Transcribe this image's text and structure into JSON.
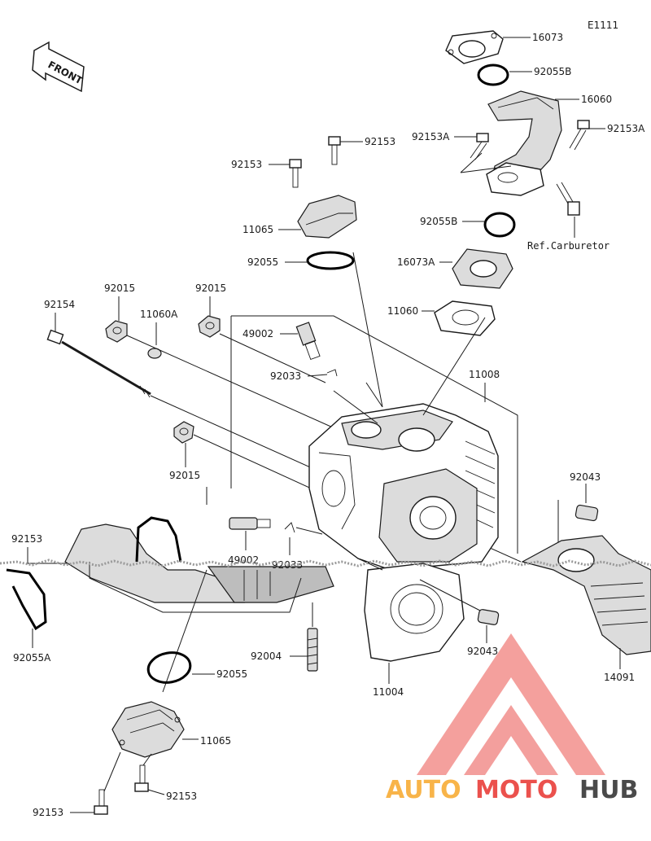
{
  "diagram_code": "E1111",
  "front_label": "FRONT",
  "ref_label": "Ref.Carburetor",
  "part_labels": {
    "p16073": "16073",
    "p92055B_top": "92055B",
    "p16060": "16060",
    "p92153A_left": "92153A",
    "p92153A_right": "92153A",
    "p92153_top_right": "92153",
    "p92153_top_left": "92153",
    "p11065_top": "11065",
    "p92055B_mid": "92055B",
    "p92055_top": "92055",
    "p16073A": "16073A",
    "p11060": "11060",
    "p92154": "92154",
    "p92015_a": "92015",
    "p11060A": "11060A",
    "p92015_b": "92015",
    "p49002_top": "49002",
    "p92033_top": "92033",
    "p11008": "11008",
    "p92015_c": "92015",
    "p92043_right": "92043",
    "p92153_left": "92153",
    "p49002_mid": "49002",
    "p92033_mid": "92033",
    "p92055A": "92055A",
    "p92004": "92004",
    "p92043_low": "92043",
    "p11004": "11004",
    "p14091": "14091",
    "p92055_low": "92055",
    "p11065_low": "11065",
    "p92153_bottom_right": "92153",
    "p92153_bottom_left": "92153"
  },
  "watermark": {
    "brand_part1": "AUTO",
    "brand_part2": "MOTO",
    "brand_part3": "HUB",
    "color_orange": "#f7a82a",
    "color_red": "#e8332e",
    "color_dark": "#2b2b2b"
  },
  "colors": {
    "line": "#1a1a1a",
    "background": "#ffffff"
  }
}
